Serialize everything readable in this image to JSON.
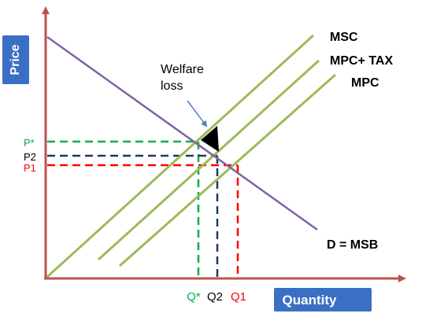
{
  "axes": {
    "y_title": "Price",
    "x_title": "Quantity",
    "y_title_bg": "#3a6fc4",
    "x_title_bg": "#3a6fc4",
    "axis_color": "#c0504d"
  },
  "curves": {
    "msc": "MSC",
    "mpc_tax": "MPC+ TAX",
    "mpc": "MPC",
    "demand": "D = MSB",
    "supply_color": "#9bbb59",
    "demand_color": "#8064a2"
  },
  "annotation": {
    "line1": "Welfare",
    "line2": "loss",
    "arrow_color": "#4f81bd",
    "triangle_color": "#000000"
  },
  "price_labels": {
    "p_star": "P*",
    "p2": "P2",
    "p1": "P1"
  },
  "quantity_labels": {
    "q_star": "Q*",
    "q2": "Q2",
    "q1": "Q1"
  },
  "guide_colors": {
    "star": "#00b050",
    "two": "#1f3864",
    "one": "#ff0000"
  }
}
